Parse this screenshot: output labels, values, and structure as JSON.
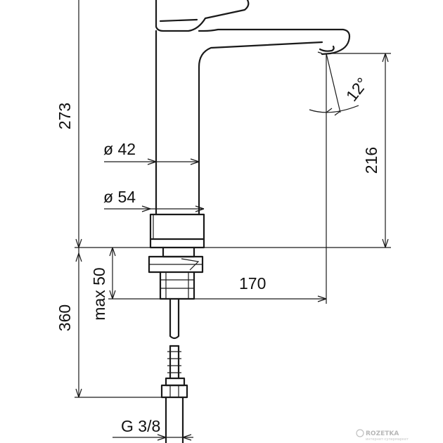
{
  "dimensions": {
    "total_height": "273",
    "spout_height": "216",
    "spout_angle": "12°",
    "spout_reach": "170",
    "body_diameter": "ø 42",
    "base_diameter": "ø 54",
    "max_deck_thickness": "max 50",
    "hose_length": "360",
    "connection_thread": "G 3/8"
  },
  "watermark": {
    "brand": "ROZETKA",
    "tagline": "интернет-супермаркет"
  }
}
